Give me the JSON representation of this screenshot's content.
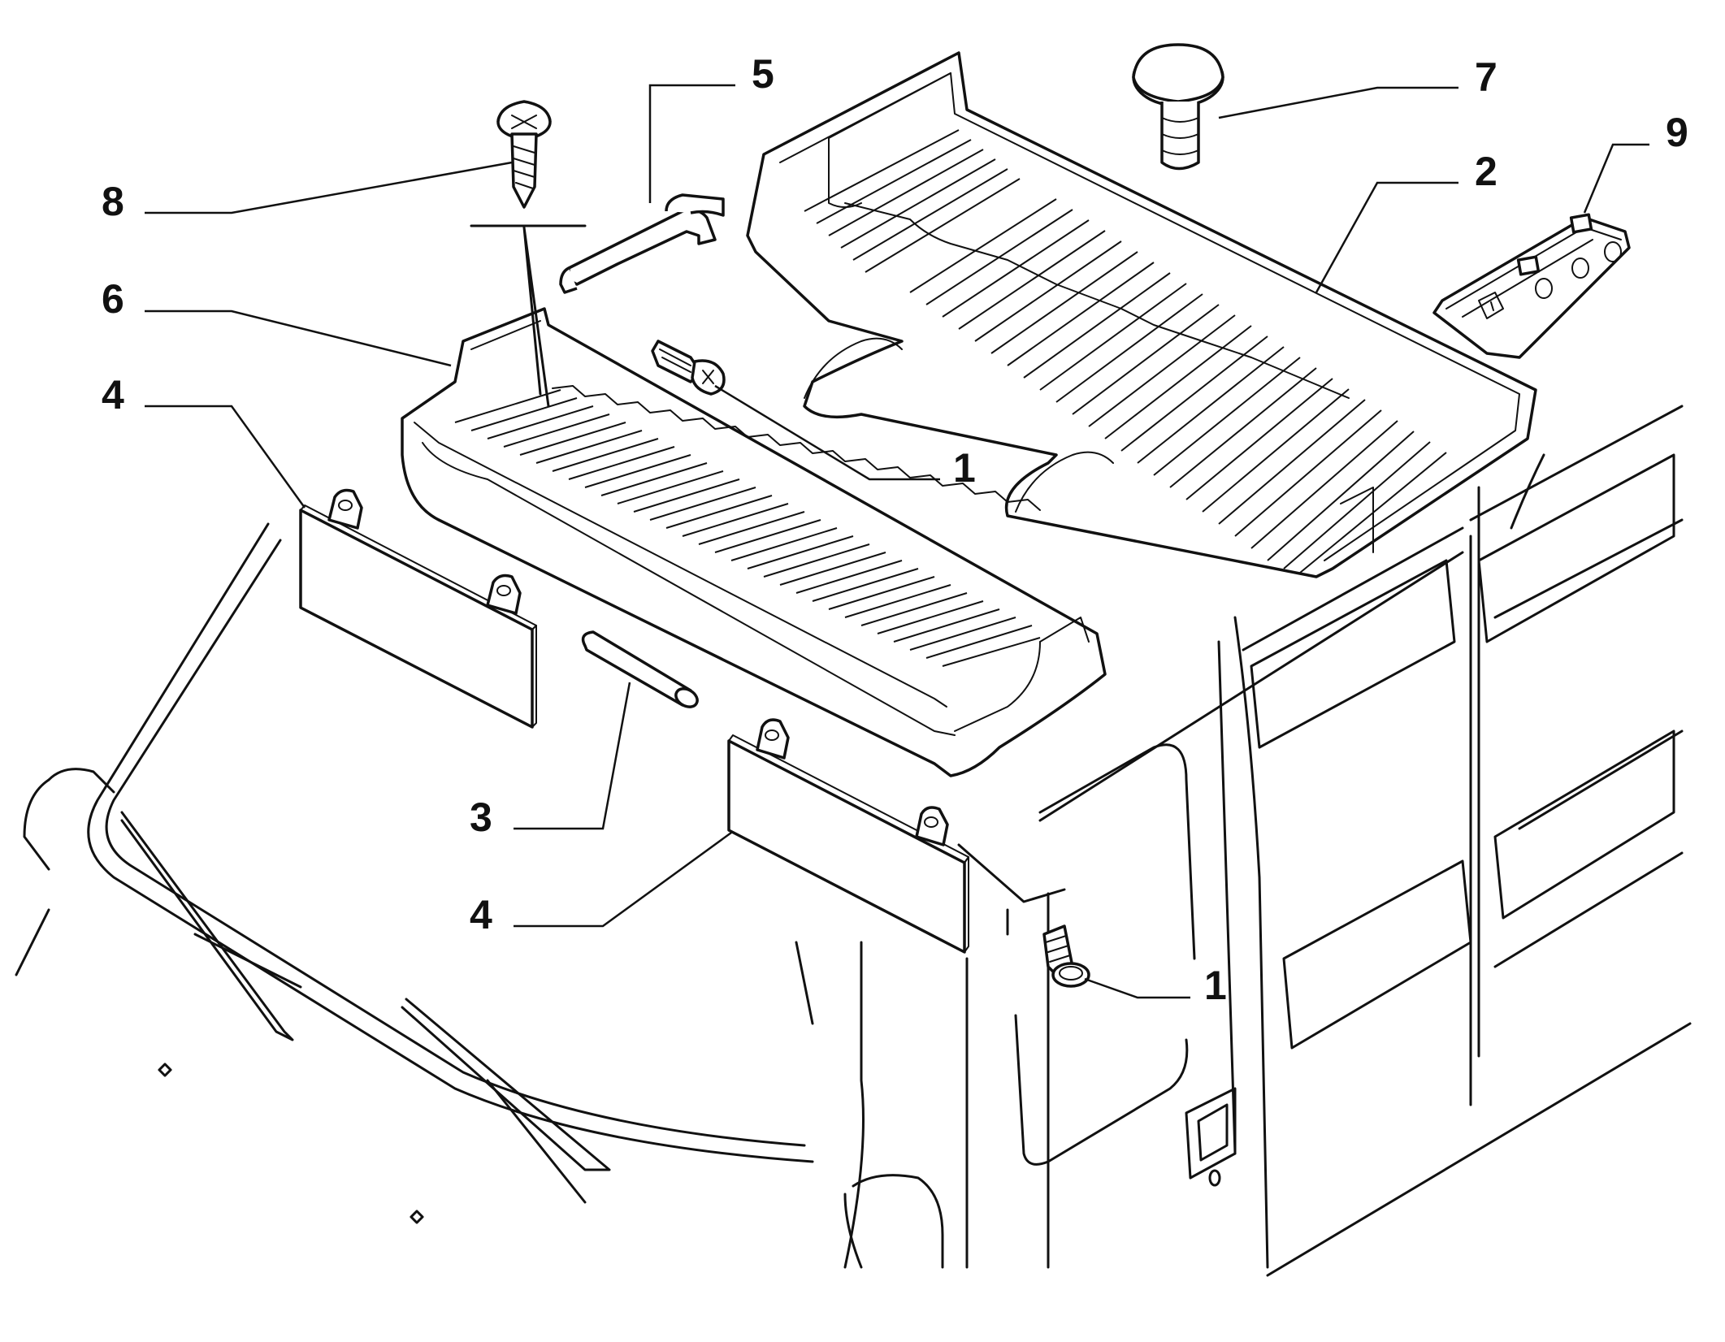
{
  "callouts": {
    "c1a": "1",
    "c1b": "1",
    "c2": "2",
    "c3": "3",
    "c4a": "4",
    "c4b": "4",
    "c5": "5",
    "c6": "6",
    "c7": "7",
    "c8": "8",
    "c9": "9"
  }
}
